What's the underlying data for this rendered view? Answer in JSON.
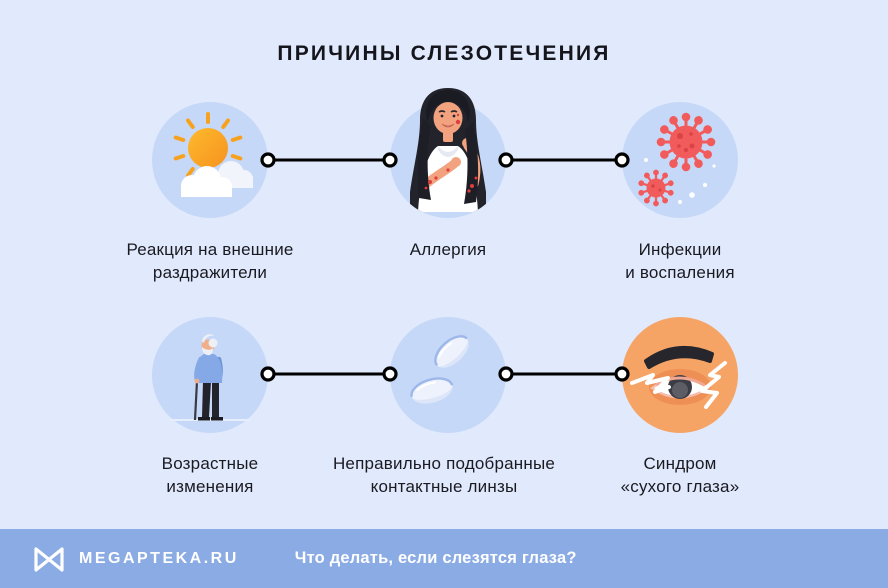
{
  "title": "ПРИЧИНЫ СЛЕЗОТЕЧЕНИЯ",
  "causes": [
    {
      "label": "Реакция на внешние\nраздражители",
      "icon": "sun-and-clouds-icon"
    },
    {
      "label": "Аллергия",
      "icon": "allergy-woman-icon"
    },
    {
      "label": "Инфекции\nи воспаления",
      "icon": "virus-icon"
    },
    {
      "label": "Возрастные\nизменения",
      "icon": "elderly-man-icon"
    },
    {
      "label": "Неправильно подобранные\nконтактные линзы",
      "icon": "contact-lenses-icon"
    },
    {
      "label": "Синдром\n«сухого глаза»",
      "icon": "irritated-eye-icon"
    }
  ],
  "footer": {
    "brand": "MEGAPTEKA.RU",
    "question": "Что делать, если слезятся глаза?"
  },
  "colors": {
    "background": "#e1e9fc",
    "icon_circle": "#c6d8f7",
    "footer_bar": "#8babe5",
    "text": "#15151c",
    "virus_red": "#f15b5b",
    "sun_orange": "#f6a21e",
    "eye_circle": "#f6a466",
    "sweater_blue": "#84a9e6"
  }
}
